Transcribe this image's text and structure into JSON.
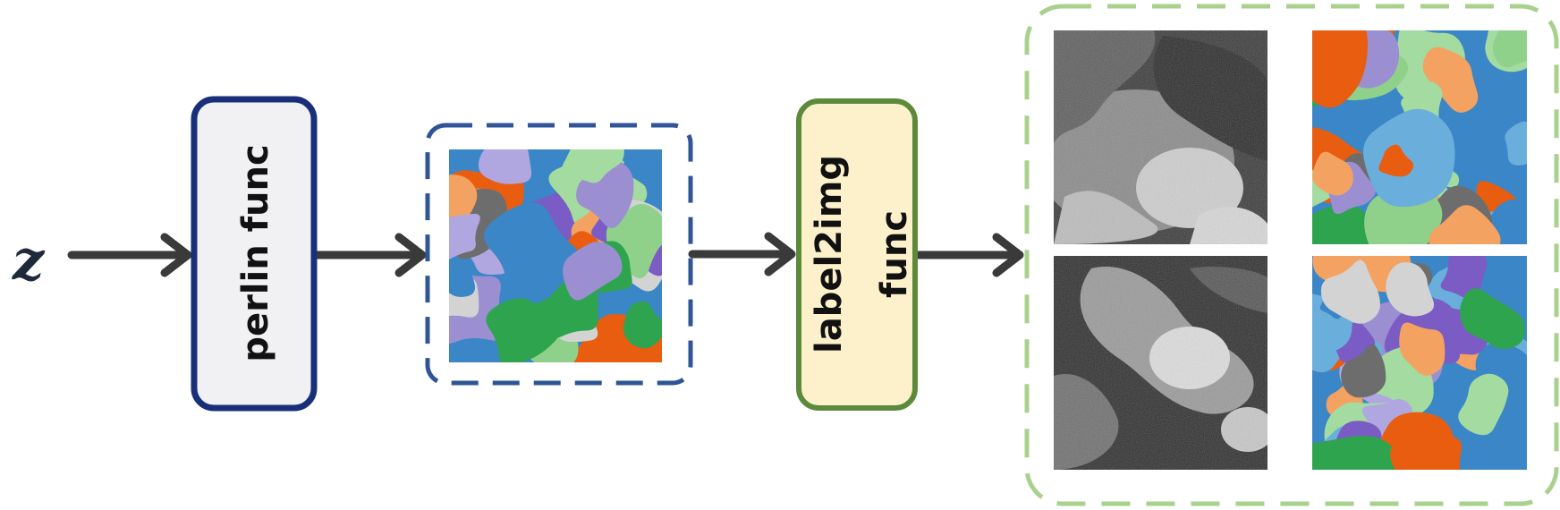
{
  "input_symbol": "z",
  "perlin_box": {
    "label": "perlin func"
  },
  "label2img_box": {
    "lines": [
      "label2img",
      "func"
    ]
  },
  "colors": {
    "arrow": "#3a3a3a",
    "perlin_border": "#1a2f7a",
    "perlin_fill": "#f1f1f3",
    "label2img_border": "#5b8a3a",
    "label2img_fill": "#fdf1cc",
    "mask_frame": "#2f5597",
    "output_frame": "#a9d18e"
  },
  "mask_palette": [
    "#f4a261",
    "#9b8fd1",
    "#b0a7e0",
    "#3b86c6",
    "#6aaedc",
    "#a3dba0",
    "#2ea44f",
    "#e85d10",
    "#6d6d6d",
    "#d3d3d3",
    "#7a5cc4",
    "#8fd18a"
  ]
}
